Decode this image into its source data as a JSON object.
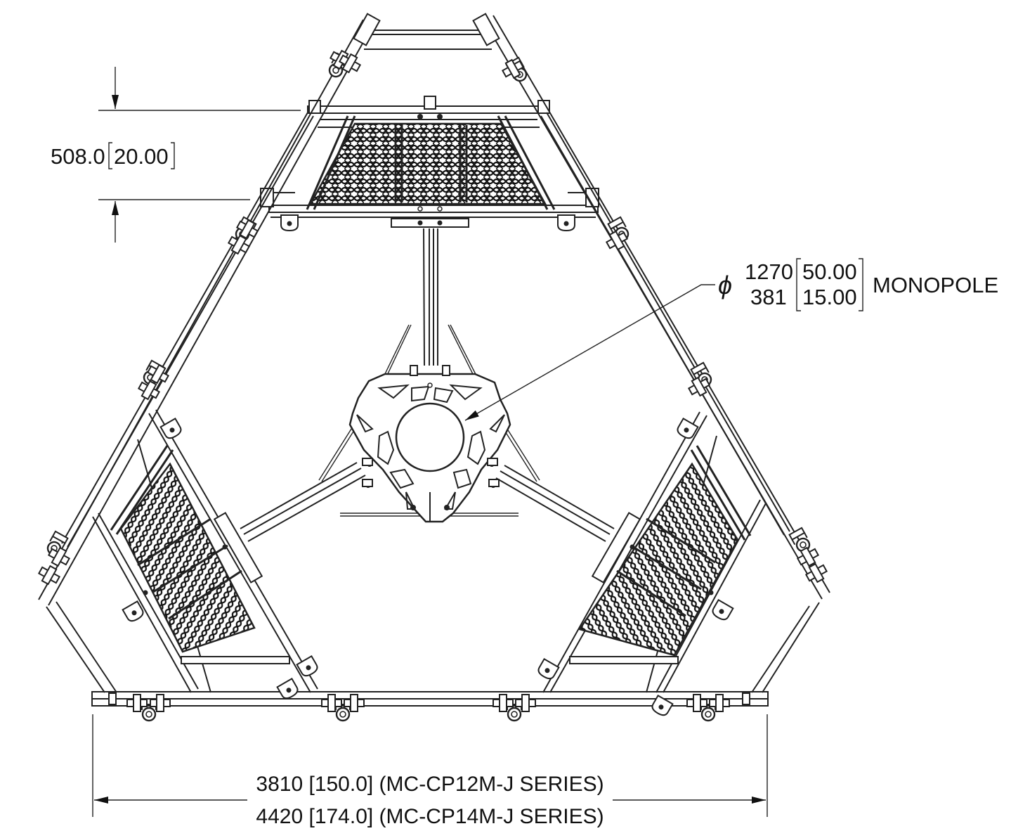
{
  "dimensions": {
    "plank_depth": {
      "mm": "508.0",
      "inch": "20.00"
    },
    "monopole": {
      "diameter_symbol": "ϕ",
      "max_mm": "1270",
      "max_inch": "50.00",
      "min_mm": "381",
      "min_inch": "15.00",
      "label": "MONOPOLE"
    },
    "overall_width": {
      "line1": "3810 [150.0] (MC-CP12M-J SERIES)",
      "line2": "4420 [174.0] (MC-CP14M-J SERIES)"
    }
  },
  "colors": {
    "line": "#222222",
    "background": "#ffffff"
  }
}
